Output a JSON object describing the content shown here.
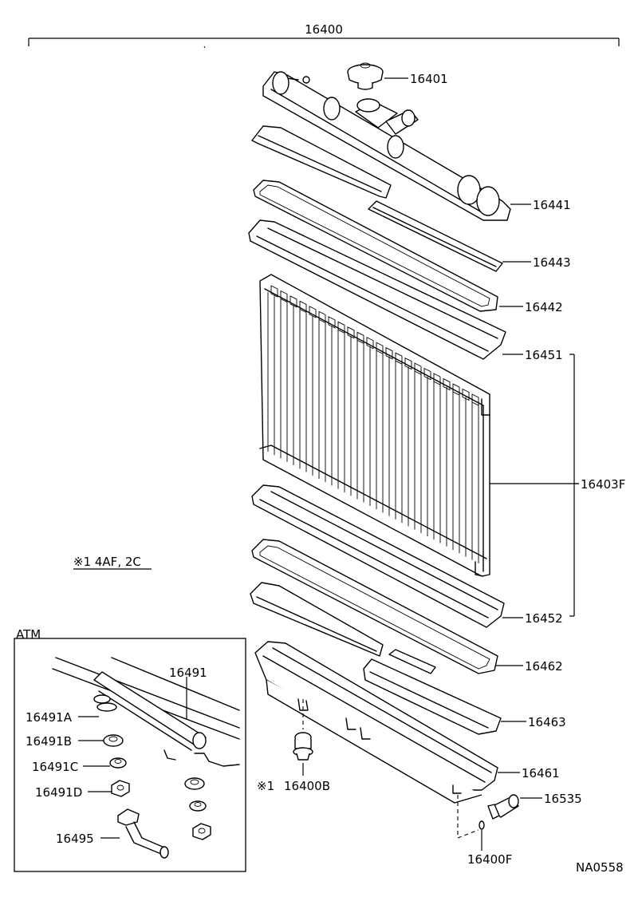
{
  "diagram": {
    "assembly_number": "16400",
    "note": "※1  4AF, 2C",
    "inset_title": "ATM",
    "drawing_code": "NA0558",
    "footnote_marker": "※1",
    "parts": [
      {
        "id": "p16401",
        "label": "16401"
      },
      {
        "id": "p16441",
        "label": "16441"
      },
      {
        "id": "p16443",
        "label": "16443"
      },
      {
        "id": "p16442",
        "label": "16442"
      },
      {
        "id": "p16451",
        "label": "16451"
      },
      {
        "id": "p16403F",
        "label": "16403F"
      },
      {
        "id": "p16452",
        "label": "16452"
      },
      {
        "id": "p16462",
        "label": "16462"
      },
      {
        "id": "p16463",
        "label": "16463"
      },
      {
        "id": "p16461",
        "label": "16461"
      },
      {
        "id": "p16535",
        "label": "16535"
      },
      {
        "id": "p16400B",
        "label": "16400B"
      },
      {
        "id": "p16400F",
        "label": "16400F"
      },
      {
        "id": "p16491",
        "label": "16491"
      },
      {
        "id": "p16491A",
        "label": "16491A"
      },
      {
        "id": "p16491B",
        "label": "16491B"
      },
      {
        "id": "p16491C",
        "label": "16491C"
      },
      {
        "id": "p16491D",
        "label": "16491D"
      },
      {
        "id": "p16495",
        "label": "16495"
      }
    ]
  }
}
